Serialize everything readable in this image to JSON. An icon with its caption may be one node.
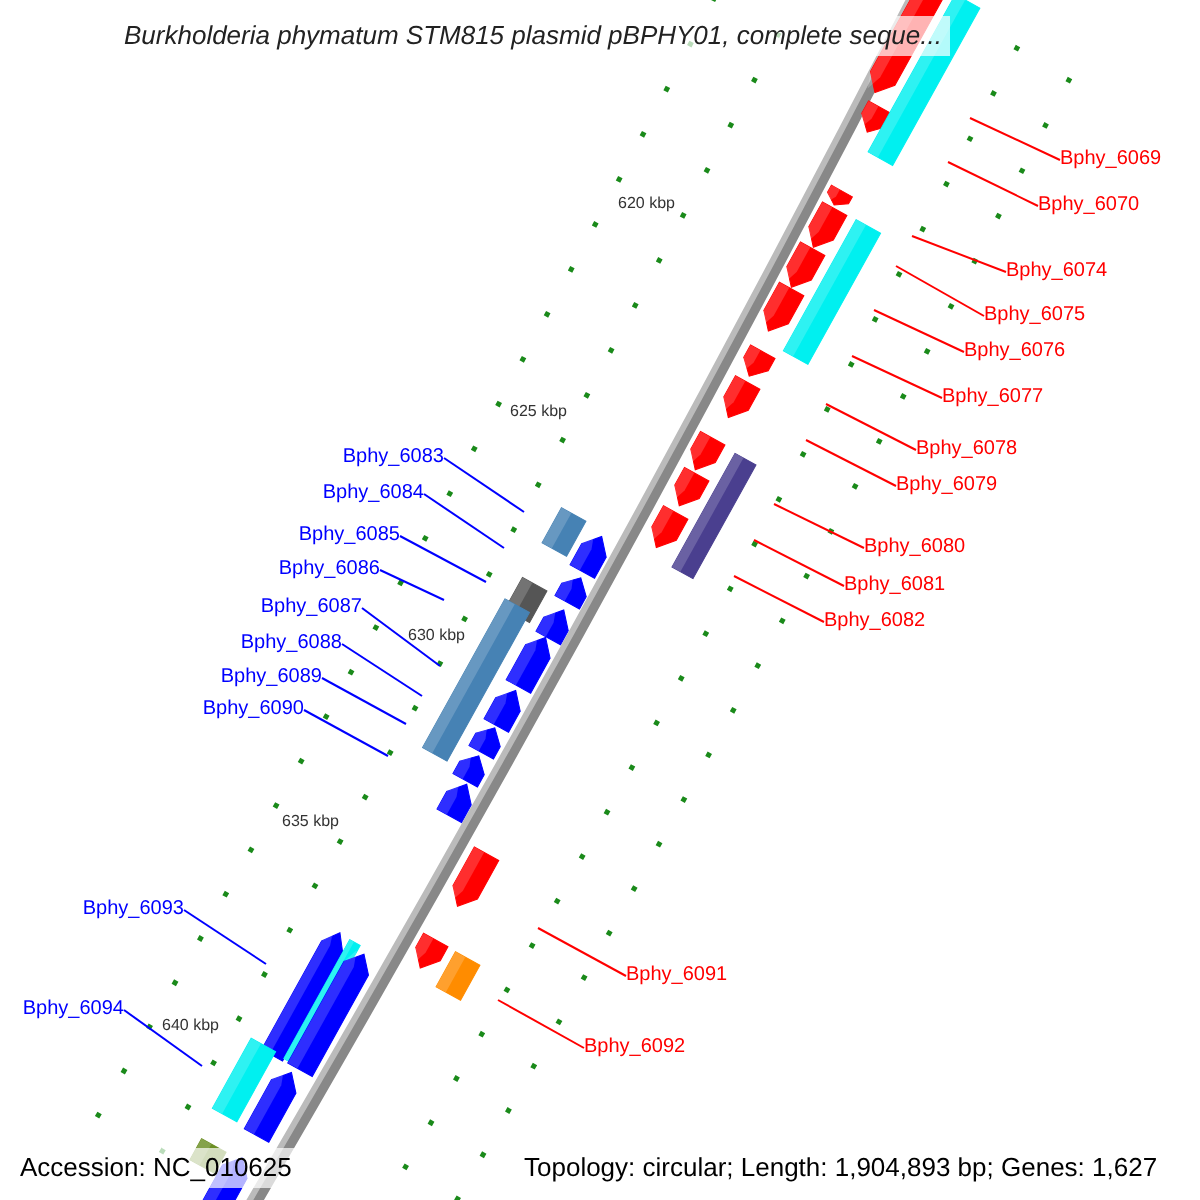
{
  "diagram": {
    "title": "Burkholderia phymatum STM815 plasmid pBPHY01, complete seque...",
    "nodes": [
      {
        "text": [
          "Bphy_6069"
        ]
      },
      {
        "text": [
          "Bphy_6070"
        ]
      },
      {
        "text": [
          "Bphy_6074"
        ]
      },
      {
        "text": [
          "Bphy_6075"
        ]
      },
      {
        "text": [
          "Bphy_6076"
        ]
      },
      {
        "text": [
          "Bphy_6077"
        ]
      },
      {
        "text": [
          "Bphy_6078"
        ]
      },
      {
        "text": [
          "Bphy_6079"
        ]
      },
      {
        "text": [
          "Bphy_6080"
        ]
      },
      {
        "text": [
          "Bphy_6081"
        ]
      },
      {
        "text": [
          "Bphy_6082"
        ]
      },
      {
        "text": [
          "Bphy_6091"
        ]
      },
      {
        "text": [
          "Bphy_6092"
        ]
      },
      {
        "text": [
          "Bphy_6083"
        ]
      },
      {
        "text": [
          "Bphy_6084"
        ]
      },
      {
        "text": [
          "Bphy_6085"
        ]
      },
      {
        "text": [
          "Bphy_6086"
        ]
      },
      {
        "text": [
          "Bphy_6087"
        ]
      },
      {
        "text": [
          "Bphy_6088"
        ]
      },
      {
        "text": [
          "Bphy_6089"
        ]
      },
      {
        "text": [
          "Bphy_6090"
        ]
      },
      {
        "text": [
          "Bphy_6093"
        ]
      },
      {
        "text": [
          "Bphy_6094"
        ]
      }
    ],
    "edges": [
      {
        "from": 0,
        "to": null,
        "arrow": "none"
      },
      {
        "from": 1,
        "to": null,
        "arrow": "none"
      },
      {
        "from": 2,
        "to": null,
        "arrow": "none"
      },
      {
        "from": 3,
        "to": null,
        "arrow": "none"
      },
      {
        "from": 4,
        "to": null,
        "arrow": "none"
      },
      {
        "from": 5,
        "to": null,
        "arrow": "none"
      },
      {
        "from": 6,
        "to": null,
        "arrow": "none"
      },
      {
        "from": 7,
        "to": null,
        "arrow": "none"
      },
      {
        "from": 8,
        "to": null,
        "arrow": "none"
      },
      {
        "from": 9,
        "to": null,
        "arrow": "none"
      },
      {
        "from": 10,
        "to": null,
        "arrow": "none"
      },
      {
        "from": 11,
        "to": null,
        "arrow": "none"
      },
      {
        "from": 12,
        "to": null,
        "arrow": "none"
      },
      {
        "from": 13,
        "to": null,
        "arrow": "none",
        "color": "#0000ff"
      },
      {
        "from": 14,
        "to": null,
        "arrow": "none",
        "color": "#0000ff"
      },
      {
        "from": 15,
        "to": null,
        "arrow": "none",
        "color": "#0000ff"
      },
      {
        "from": 16,
        "to": null,
        "arrow": "none",
        "color": "#0000ff"
      },
      {
        "from": 17,
        "to": null,
        "arrow": "none",
        "color": "#0000ff"
      },
      {
        "from": 18,
        "to": null,
        "arrow": "none",
        "color": "#0000ff"
      },
      {
        "from": 19,
        "to": null,
        "arrow": "none",
        "color": "#0000ff"
      },
      {
        "from": 20,
        "to": null,
        "arrow": "none",
        "color": "#0000ff"
      },
      {
        "from": 21,
        "to": null,
        "arrow": "none",
        "color": "#0000ff"
      },
      {
        "from": 22,
        "to": null,
        "arrow": "none",
        "color": "#0000ff"
      }
    ],
    "labels": [
      "620 kbp",
      "625 kbp",
      "630 kbp",
      "635 kbp",
      "640 kbp",
      "Accession: NC_010625",
      "Topology: circular; Length: 1,904,893 bp; Genes: 1,627"
    ]
  }
}
